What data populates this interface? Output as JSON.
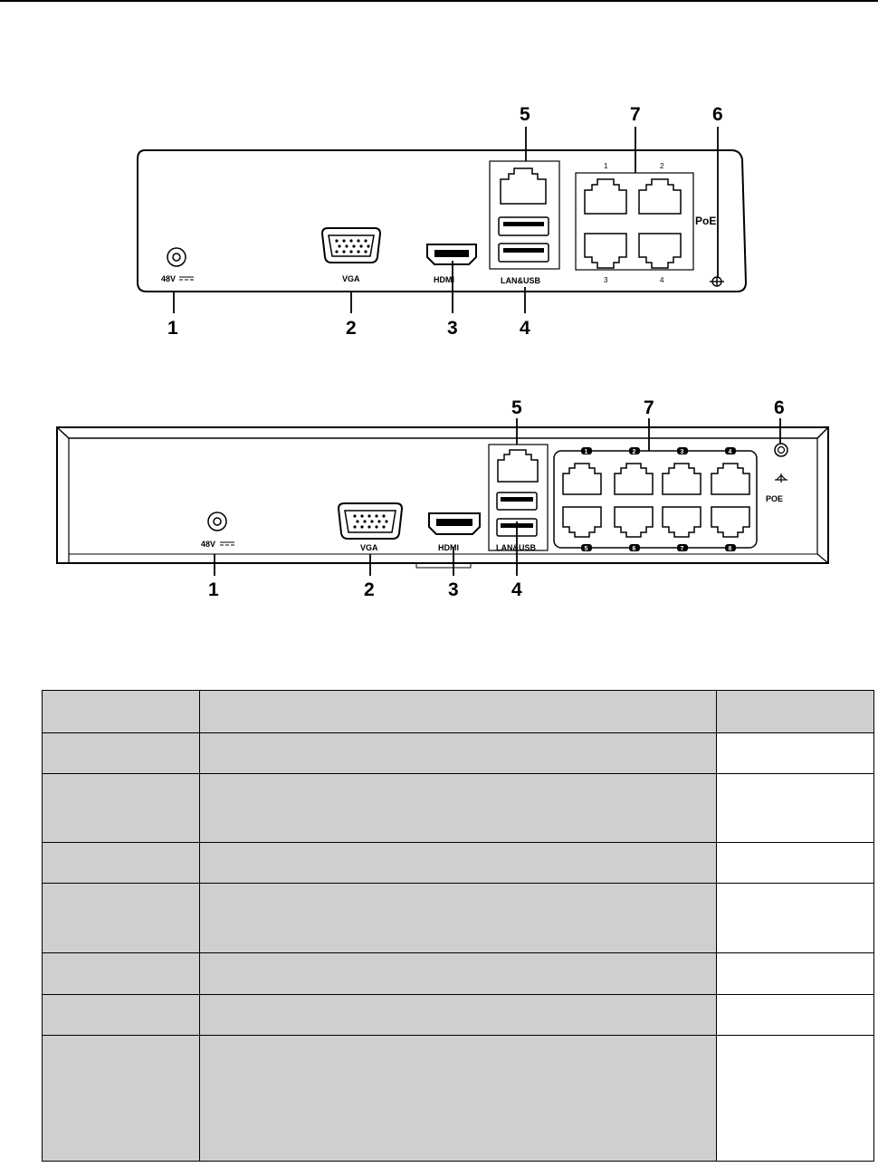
{
  "diagram_4ch": {
    "callouts": [
      "1",
      "2",
      "3",
      "4",
      "5",
      "6",
      "7"
    ],
    "labels": {
      "power": "48V",
      "vga": "VGA",
      "hdmi": "HDMI",
      "lan_usb": "LAN&USB",
      "poe": "PoE"
    },
    "poe_port_numbers": [
      "1",
      "2",
      "3",
      "4"
    ]
  },
  "diagram_8ch": {
    "callouts": [
      "1",
      "2",
      "3",
      "4",
      "5",
      "6",
      "7"
    ],
    "labels": {
      "power": "48V",
      "vga": "VGA",
      "hdmi": "HDMI",
      "lan_usb": "LAN&USB",
      "poe": "POE"
    },
    "poe_port_numbers": [
      "1",
      "2",
      "3",
      "4",
      "5",
      "6",
      "7",
      "8"
    ]
  },
  "table": {
    "headers": [
      "",
      "",
      ""
    ],
    "rows": [
      {
        "no": "",
        "name": "",
        "desc": ""
      },
      {
        "no": "",
        "name": "",
        "desc": ""
      },
      {
        "no": "",
        "name": "",
        "desc": ""
      },
      {
        "no": "",
        "name": "",
        "desc": ""
      },
      {
        "no": "",
        "name": "",
        "desc": ""
      },
      {
        "no": "",
        "name": "",
        "desc": ""
      },
      {
        "no": "",
        "name": "",
        "desc": ""
      }
    ]
  }
}
